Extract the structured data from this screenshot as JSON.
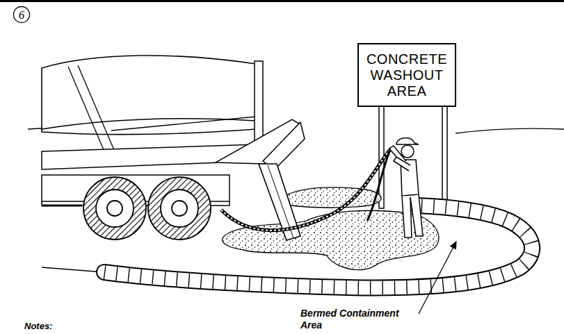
{
  "diagram": {
    "nodes": [
      {
        "text": [
          "6"
        ]
      },
      {
        "text": [
          "CONCRETE WASHOUT AREA"
        ]
      }
    ],
    "labels": [
      "Bermed Containment Area",
      "Notes:"
    ]
  }
}
